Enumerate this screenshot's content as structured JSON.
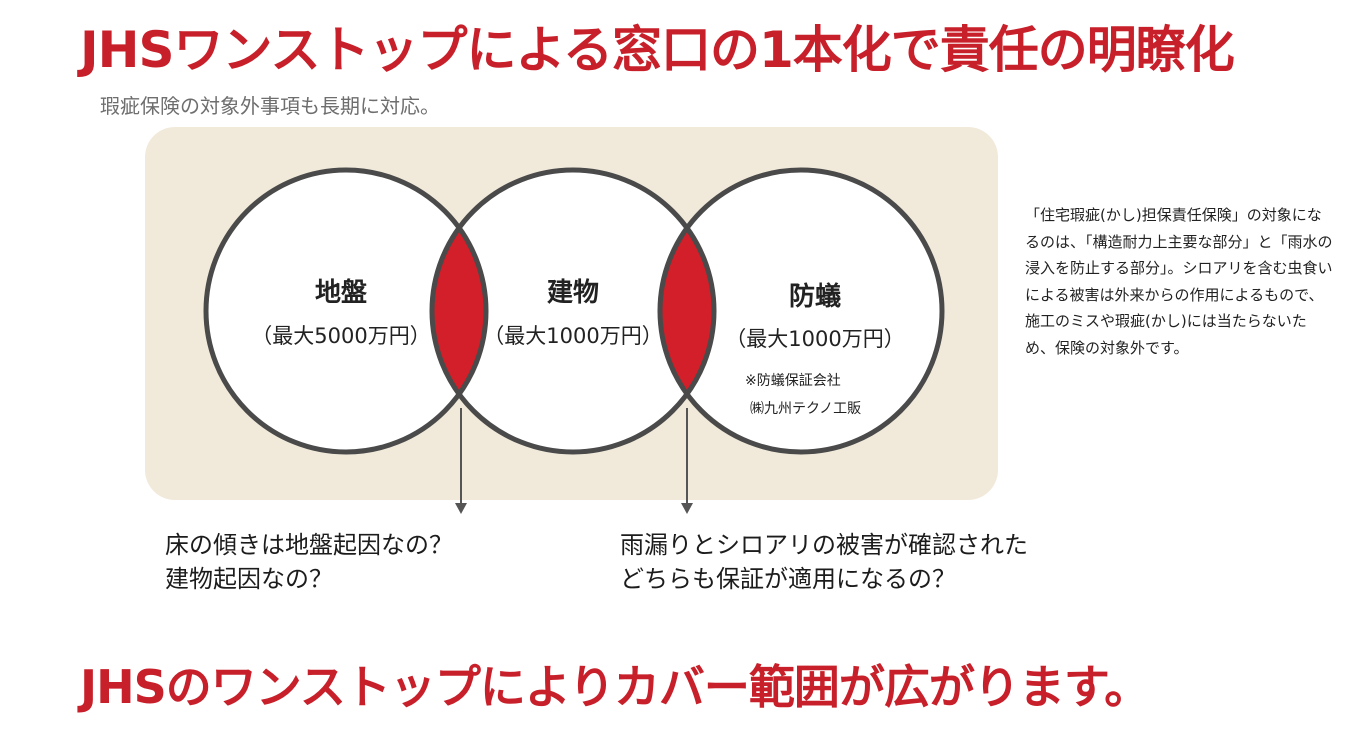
{
  "header": {
    "title": "JHSワンストップによる窓口の1本化で責任の明瞭化",
    "subtitle": "瑕疵保険の対象外事項も長期に対応。"
  },
  "colors": {
    "accent_red": "#c8202a",
    "overlap_red": "#d21f29",
    "panel_bg": "#f1eadb",
    "circle_stroke": "#4a4a4a",
    "subtitle_gray": "#6e6e6e"
  },
  "diagram": {
    "circles": [
      {
        "name": "地盤",
        "amount": "（最大5000万円）"
      },
      {
        "name": "建物",
        "amount": "（最大1000万円）"
      },
      {
        "name": "防蟻",
        "amount": "（最大1000万円）",
        "note_line1": "※防蟻保証会社",
        "note_line2": "㈱九州テクノ工販"
      }
    ]
  },
  "side_note": "「住宅瑕疵(かし)担保責任保険」の対象になるのは、「構造耐力上主要な部分」と「雨水の浸入を防止する部分」。シロアリを含む虫食いによる被害は外来からの作用によるもので、施工のミスや瑕疵(かし)には当たらないため、保険の対象外です。",
  "questions": [
    {
      "line1": "床の傾きは地盤起因なの？",
      "line2": "建物起因なの？"
    },
    {
      "line1": "雨漏りとシロアリの被害が確認された",
      "line2": "どちらも保証が適用になるの？"
    }
  ],
  "footer": {
    "text": "JHSのワンストップによりカバー範囲が広がります。"
  }
}
